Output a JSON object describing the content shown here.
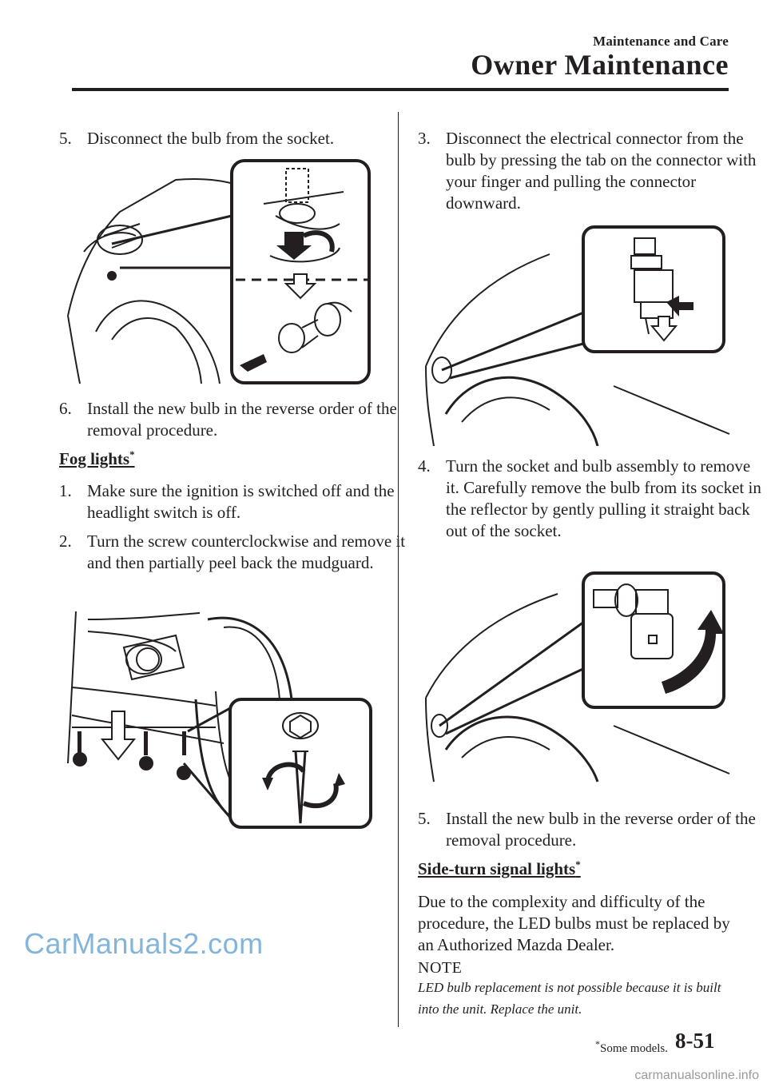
{
  "header": {
    "section": "Maintenance and Care",
    "title": "Owner Maintenance"
  },
  "left": {
    "step5": {
      "num": "5.",
      "text": "Disconnect the bulb from the socket."
    },
    "step6": {
      "num": "6.",
      "text": "Install the new bulb in the reverse order of the removal procedure."
    },
    "fog_heading": "Fog lights",
    "fog_mark": "*",
    "fog_step1": {
      "num": "1.",
      "text": "Make sure the ignition is switched off and the headlight switch is off."
    },
    "fog_step2": {
      "num": "2.",
      "text": "Turn the screw counterclockwise and remove it and then partially peel back the mudguard."
    }
  },
  "right": {
    "step3": {
      "num": "3.",
      "text": "Disconnect the electrical connector from the bulb by pressing the tab on the connector with your finger and pulling the connector downward."
    },
    "step4": {
      "num": "4.",
      "text": "Turn the socket and bulb assembly to remove it. Carefully remove the bulb from its socket in the reflector by gently pulling it straight back out of the socket."
    },
    "step5": {
      "num": "5.",
      "text": "Install the new bulb in the reverse order of the removal procedure."
    },
    "side_heading": "Side-turn signal lights",
    "side_mark": "*",
    "side_text": "Due to the complexity and difficulty of the procedure, the LED bulbs must be replaced by an Authorized Mazda Dealer.",
    "note_label": "NOTE",
    "note_text": "LED bulb replacement is not possible because it is built into the unit. Replace the unit."
  },
  "footer": {
    "mark": "*",
    "some_models": "Some models.",
    "page_number": "8-51"
  },
  "watermarks": {
    "main": "CarManuals2.com",
    "corner": "carmanualsonline.info"
  }
}
